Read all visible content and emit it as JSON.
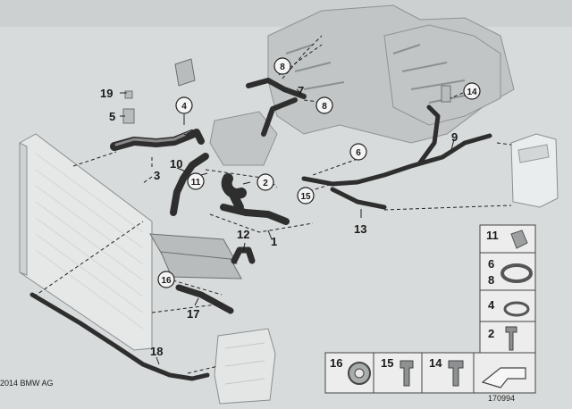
{
  "diagram": {
    "copyright": "2014 BMW AG",
    "diagram_number": "170994",
    "callouts": {
      "c1": "1",
      "c2": "2",
      "c3": "3",
      "c4": "4",
      "c5": "5",
      "c6": "6",
      "c7": "7",
      "c8a": "8",
      "c8b": "8",
      "c9": "9",
      "c10": "10",
      "c11": "11",
      "c12": "12",
      "c13": "13",
      "c14": "14",
      "c15": "15",
      "c16": "16",
      "c17": "17",
      "c18": "18",
      "c19": "19"
    },
    "legend": {
      "l11": "11",
      "l6": "6",
      "l8": "8",
      "l4": "4",
      "l2": "2",
      "l16": "16",
      "l15": "15",
      "l14": "14"
    }
  }
}
